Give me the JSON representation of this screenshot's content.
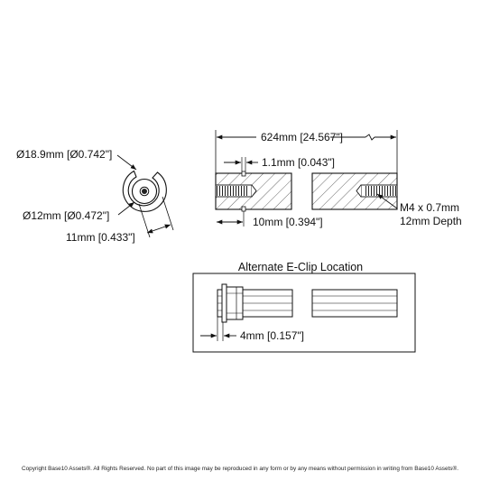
{
  "end_view": {
    "outer_diameter": "Ø18.9mm [Ø0.742\"]",
    "inner_diameter": "Ø12mm [Ø0.472\"]",
    "flat_width": "11mm [0.433\"]"
  },
  "side_view": {
    "overall_length": "624mm [24.567\"]",
    "groove_width": "1.1mm [0.043\"]",
    "groove_offset": "10mm [0.394\"]",
    "thread_spec": "M4 x 0.7mm",
    "thread_depth": "12mm Depth"
  },
  "alternate_view": {
    "title": "Alternate E-Clip Location",
    "groove_offset": "4mm [0.157\"]"
  },
  "footer": {
    "copyright": "Copyright Base10 Assets®.  All Rights Reserved. No part of this image may be reproduced in any form or by any means without permission in writing from Base10 Assets®."
  }
}
